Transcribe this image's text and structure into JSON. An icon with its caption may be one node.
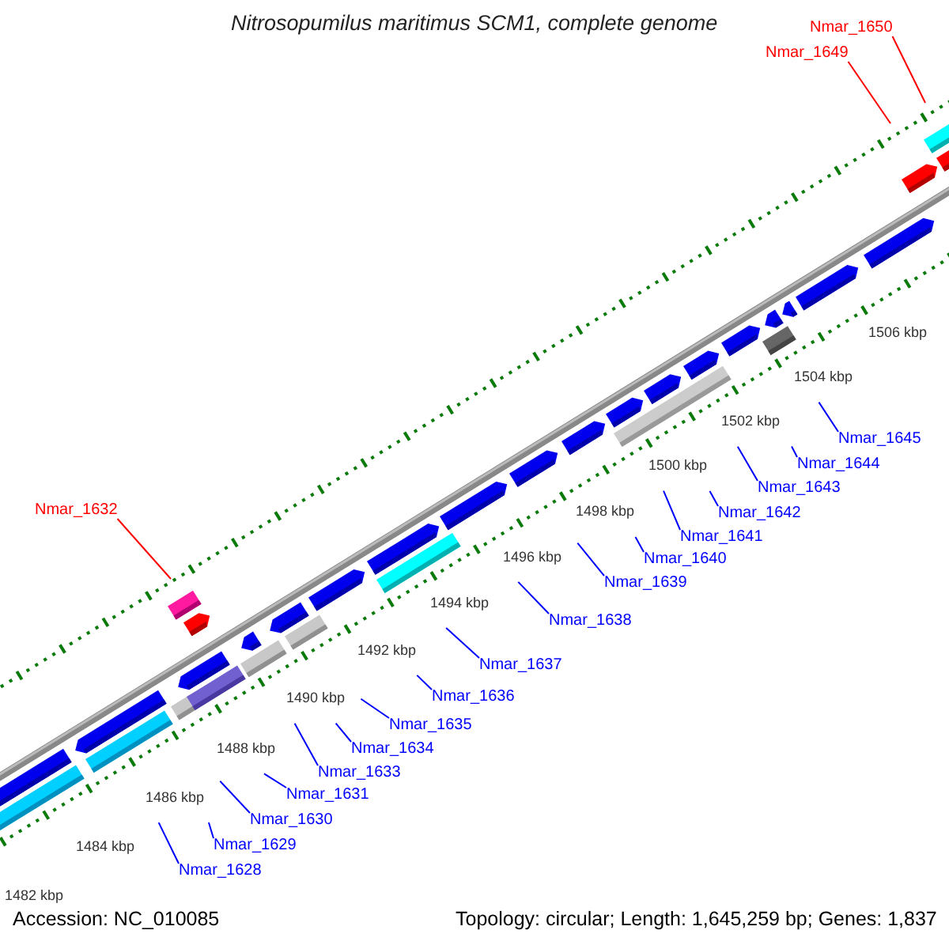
{
  "diagram": {
    "title": "Nitrosopumilus maritimus SCM1, complete genome",
    "nodes": [
      {
        "text": [
          "Nmar_1650"
        ]
      },
      {
        "text": [
          "Nmar_1649"
        ]
      },
      {
        "text": [
          "Nmar_1632"
        ]
      },
      {
        "text": [
          "Nmar_1645"
        ]
      },
      {
        "text": [
          "Nmar_1644"
        ]
      },
      {
        "text": [
          "Nmar_1643"
        ]
      },
      {
        "text": [
          "Nmar_1642"
        ]
      },
      {
        "text": [
          "Nmar_1641"
        ]
      },
      {
        "text": [
          "Nmar_1640"
        ]
      },
      {
        "text": [
          "Nmar_1639"
        ]
      },
      {
        "text": [
          "Nmar_1638"
        ]
      },
      {
        "text": [
          "Nmar_1637"
        ]
      },
      {
        "text": [
          "Nmar_1636"
        ]
      },
      {
        "text": [
          "Nmar_1635"
        ]
      },
      {
        "text": [
          "Nmar_1634"
        ]
      },
      {
        "text": [
          "Nmar_1633"
        ]
      },
      {
        "text": [
          "Nmar_1631"
        ]
      },
      {
        "text": [
          "Nmar_1630"
        ]
      },
      {
        "text": [
          "Nmar_1629"
        ]
      },
      {
        "text": [
          "Nmar_1628"
        ]
      }
    ],
    "edges": [
      {
        "from": 0,
        "to": null,
        "arrow": "none",
        "color": "#ff0000"
      },
      {
        "from": 1,
        "to": null,
        "arrow": "none",
        "color": "#ff0000"
      },
      {
        "from": 2,
        "to": null,
        "arrow": "none",
        "color": "#ff0000"
      },
      {
        "from": 3,
        "to": null,
        "arrow": "none"
      },
      {
        "from": 4,
        "to": null,
        "arrow": "none"
      },
      {
        "from": 5,
        "to": null,
        "arrow": "none"
      },
      {
        "from": 6,
        "to": null,
        "arrow": "none"
      },
      {
        "from": 7,
        "to": null,
        "arrow": "none"
      },
      {
        "from": 8,
        "to": null,
        "arrow": "none"
      },
      {
        "from": 9,
        "to": null,
        "arrow": "none"
      },
      {
        "from": 10,
        "to": null,
        "arrow": "none"
      },
      {
        "from": 11,
        "to": null,
        "arrow": "none"
      },
      {
        "from": 12,
        "to": null,
        "arrow": "none"
      },
      {
        "from": 13,
        "to": null,
        "arrow": "none"
      },
      {
        "from": 14,
        "to": null,
        "arrow": "none"
      },
      {
        "from": 15,
        "to": null,
        "arrow": "none"
      },
      {
        "from": 16,
        "to": null,
        "arrow": "none"
      },
      {
        "from": 17,
        "to": null,
        "arrow": "none"
      },
      {
        "from": 18,
        "to": null,
        "arrow": "none"
      },
      {
        "from": 19,
        "to": null,
        "arrow": "none"
      }
    ],
    "labels": [
      "1506 kbp",
      "1504 kbp",
      "1502 kbp",
      "1500 kbp",
      "1498 kbp",
      "1496 kbp",
      "1494 kbp",
      "1492 kbp",
      "1490 kbp",
      "1488 kbp",
      "1486 kbp",
      "1484 kbp",
      "1482 kbp",
      "Accession: NC_010085",
      "Topology: circular; Length: 1,645,259 bp; Genes: 1,837"
    ]
  }
}
